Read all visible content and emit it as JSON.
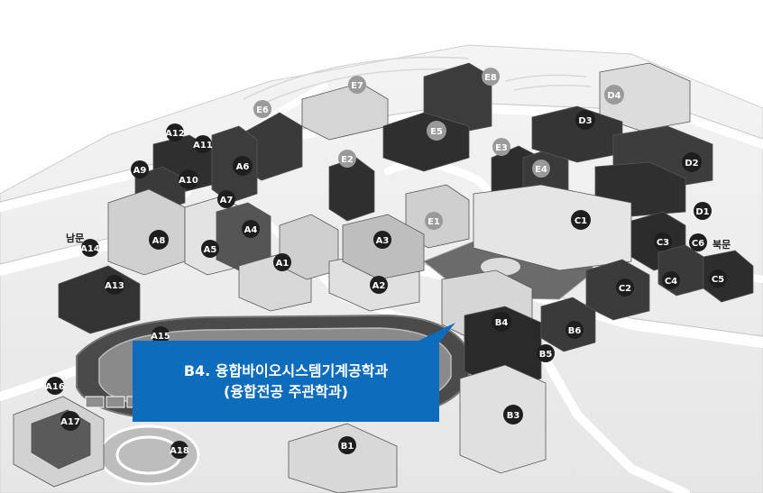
{
  "colors": {
    "callout_background": "#0e6cbc",
    "marker_light": "#9a9a9a",
    "marker_dark": "#1e1e1e"
  },
  "callout": {
    "line1": "B4. 융합바이오시스템기계공학과",
    "line2": "(융합전공 주관학과)"
  },
  "gates": {
    "south_gate": "남문",
    "north_gate": "북문"
  },
  "buildings": {
    "A1": "A1",
    "A2": "A2",
    "A3": "A3",
    "A4": "A4",
    "A5": "A5",
    "A6": "A6",
    "A7": "A7",
    "A8": "A8",
    "A9": "A9",
    "A10": "A10",
    "A11": "A11",
    "A12": "A12",
    "A13": "A13",
    "A14": "A14",
    "A15": "A15",
    "A16": "A16",
    "A17": "A17",
    "A18": "A18",
    "B1": "B1",
    "B3": "B3",
    "B4": "B4",
    "B5": "B5",
    "B6": "B6",
    "C1": "C1",
    "C2": "C2",
    "C3": "C3",
    "C4": "C4",
    "C5": "C5",
    "C6": "C6",
    "D1": "D1",
    "D2": "D2",
    "D3": "D3",
    "D4": "D4",
    "E1": "E1",
    "E2": "E2",
    "E3": "E3",
    "E4": "E4",
    "E5": "E5",
    "E6": "E6",
    "E7": "E7",
    "E8": "E8"
  }
}
